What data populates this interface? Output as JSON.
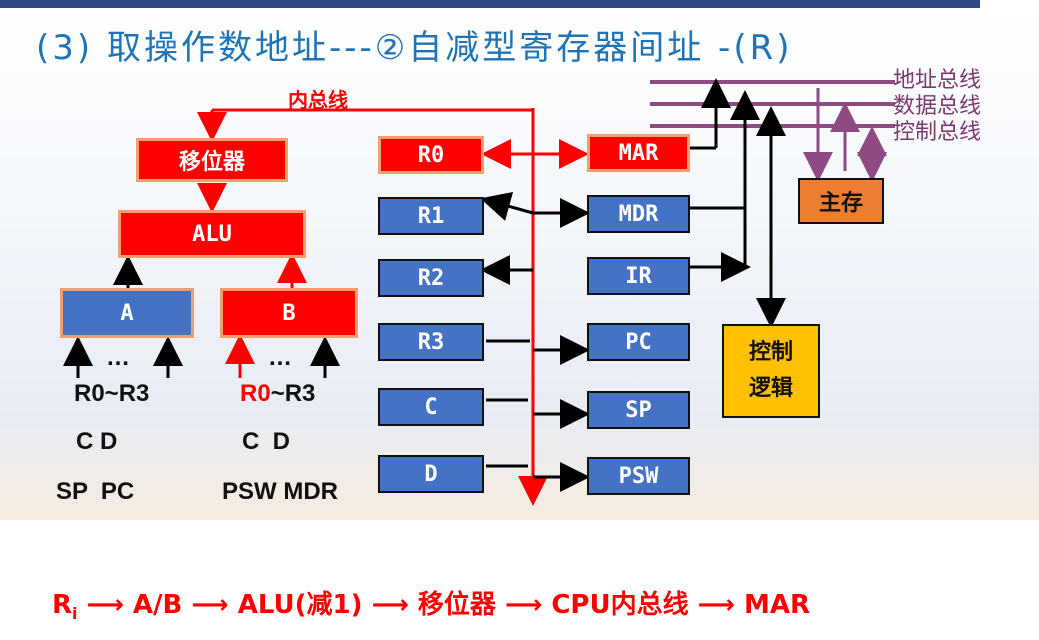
{
  "title": "(3) 取操作数地址---②自减型寄存器间址 -(R)",
  "inner_bus_label": "内总线",
  "bus_labels": {
    "address": "地址总线",
    "data": "数据总线",
    "control": "控制总线"
  },
  "left": {
    "shifter": "移位器",
    "alu": "ALU",
    "reg_a": "A",
    "reg_b": "B",
    "a_dots": "…",
    "b_dots": "…",
    "a_src": [
      "R0~R3",
      "C D",
      "SP  PC"
    ],
    "b_src_hl": "R0",
    "b_src_rest": "~R3",
    "b_src2": [
      "C  D",
      "PSW MDR"
    ]
  },
  "regs_left": [
    "R0",
    "R1",
    "R2",
    "R3",
    "C",
    "D"
  ],
  "regs_right": [
    "MAR",
    "MDR",
    "IR",
    "PC",
    "SP",
    "PSW"
  ],
  "main_memory": "主存",
  "control_logic": [
    "控制",
    "逻辑"
  ],
  "formula": {
    "r": "R",
    "sub": "i",
    "parts": [
      "A/B",
      "ALU(减1)",
      "移位器",
      "CPU内总线",
      "MAR"
    ]
  },
  "colors": {
    "title": "#1f73b7",
    "path_red": "#ff0000",
    "bus": "#8e4a82"
  }
}
